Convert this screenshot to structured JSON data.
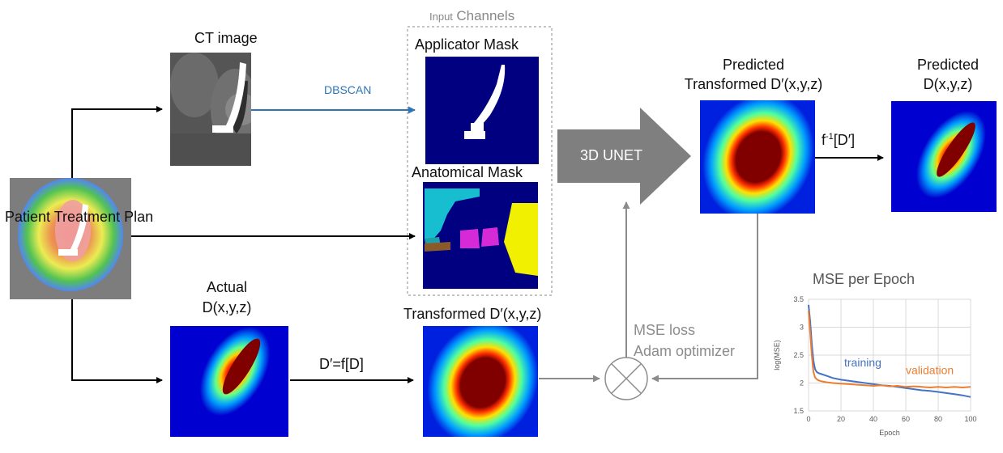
{
  "labels": {
    "ct_image": "CT image",
    "dbscan": "DBSCAN",
    "input_channels_small": "Input",
    "input_channels_big": "Channels",
    "applicator_mask": "Applicator Mask",
    "anatomical_mask": "Anatomical Mask",
    "patient_plan": "Patient Treatment Plan",
    "actual_line1": "Actual",
    "actual_line2": "D(x,y,z)",
    "transform_func": "D′=f[D]",
    "transformed": "Transformed D′(x,y,z)",
    "unet": "3D UNET",
    "pred_t_line1": "Predicted",
    "pred_t_line2": "Transformed D′(x,y,z)",
    "inverse_pre": "f",
    "inverse_sup": "-1",
    "inverse_post": "[D′]",
    "pred_line1": "Predicted",
    "pred_line2": "D(x,y,z)",
    "mse_loss": "MSE loss",
    "adam": "Adam optimizer"
  },
  "colors": {
    "arrow_black": "#000000",
    "arrow_gray": "#8c8c8c",
    "arrow_blue": "#2e75b6",
    "unet_fill": "#7f7f7f",
    "mask_bg": "#000080",
    "series_training": "#4472c4",
    "series_validation": "#ed7d31"
  },
  "chart_data": {
    "type": "line",
    "title": "MSE per Epoch",
    "xlabel": "Epoch",
    "ylabel": "log(MSE)",
    "xlim": [
      0,
      100
    ],
    "ylim": [
      1.5,
      3.5
    ],
    "xticks": [
      "0",
      "20",
      "40",
      "60",
      "80",
      "100"
    ],
    "yticks": [
      "1.5",
      "2",
      "2.5",
      "3",
      "3.5"
    ],
    "grid": true,
    "series": [
      {
        "name": "training",
        "color": "#4472c4",
        "x": [
          0,
          1,
          2,
          3,
          4,
          5,
          6,
          8,
          10,
          12,
          15,
          20,
          25,
          30,
          35,
          40,
          45,
          50,
          55,
          60,
          65,
          70,
          75,
          80,
          85,
          90,
          95,
          100
        ],
        "y": [
          3.4,
          3.1,
          2.7,
          2.4,
          2.25,
          2.2,
          2.18,
          2.16,
          2.14,
          2.12,
          2.09,
          2.06,
          2.04,
          2.02,
          2.0,
          1.98,
          1.96,
          1.95,
          1.93,
          1.91,
          1.89,
          1.87,
          1.86,
          1.84,
          1.82,
          1.8,
          1.78,
          1.75
        ]
      },
      {
        "name": "validation",
        "color": "#ed7d31",
        "x": [
          0,
          1,
          2,
          3,
          4,
          5,
          6,
          8,
          10,
          12,
          15,
          20,
          25,
          30,
          35,
          40,
          45,
          50,
          55,
          60,
          65,
          70,
          75,
          80,
          85,
          90,
          95,
          100
        ],
        "y": [
          3.3,
          2.9,
          2.5,
          2.2,
          2.1,
          2.07,
          2.05,
          2.03,
          2.02,
          2.01,
          2.0,
          1.99,
          1.98,
          1.97,
          1.96,
          1.95,
          1.96,
          1.94,
          1.95,
          1.93,
          1.94,
          1.93,
          1.92,
          1.93,
          1.92,
          1.93,
          1.92,
          1.93
        ]
      }
    ]
  }
}
